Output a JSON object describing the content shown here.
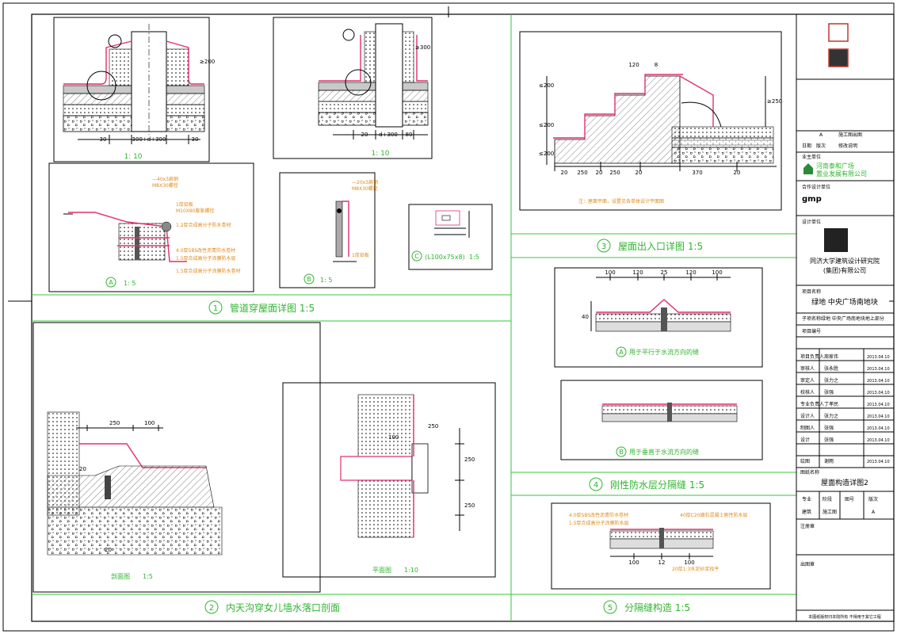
{
  "colors": {
    "frame": "#3ac43a",
    "ink": "#000000",
    "note": "#e08a1c",
    "membrane": "#e0306a",
    "green_text": "#2fb52f"
  },
  "sections": {
    "s1": {
      "num": "1",
      "title": "管道穿屋面详图  1:5"
    },
    "s2": {
      "num": "2",
      "title": "内天沟穿女儿墙水落口剖面"
    },
    "s3": {
      "num": "3",
      "title": "屋面出入口详图  1:5"
    },
    "s4": {
      "num": "4",
      "title": "刚性防水层分隔缝  1:5"
    },
    "s5": {
      "num": "5",
      "title": "分隔缝构造  1:5"
    }
  },
  "details": {
    "d1a": {
      "scale": "1: 10",
      "dims": [
        "30",
        "300+d+300",
        "30"
      ],
      "dim_v": "≥200"
    },
    "d1b": {
      "scale": "1: 10",
      "dims": [
        "20",
        "d+300",
        "80"
      ],
      "dim_v": "≥300"
    },
    "dA": {
      "title": "A",
      "scale": "1: 5",
      "notes": [
        "—40x3扁钢",
        "M8X30螺栓",
        "1厚铅板",
        "M10X80膨胀螺栓",
        "1.2厚合成高分子防水卷材",
        "4.0厚SBS改性沥青防水卷材",
        "1.5厚合成高分子涂膜防水层",
        "1.5厚合成高分子涂膜防水卷材"
      ]
    },
    "dB": {
      "title": "B",
      "scale": "1: 5",
      "notes": [
        "—20x3扁钢",
        "M8X30螺栓",
        "1厚铅板"
      ]
    },
    "dC": {
      "title": "C",
      "label": "(L100x75x8)",
      "scale": "1:5"
    },
    "d3": {
      "dims_top": [
        "120",
        "8"
      ],
      "dims_bottom": [
        "20",
        "250",
        "20",
        "250",
        "20",
        "370",
        "20"
      ],
      "dims_left": [
        "≤200",
        "≤200",
        "≤200"
      ],
      "dim_right": "≥250",
      "note": "注：屋面平面，设置见各单体设计平面图"
    },
    "d4a": {
      "title": "A",
      "caption": "用于平行于水流方向的缝",
      "dims": [
        "100",
        "120",
        "25",
        "120",
        "100"
      ],
      "dim_v": "40"
    },
    "d4b": {
      "title": "B",
      "caption": "用于垂直于水流方向的缝"
    },
    "d5": {
      "dims": [
        "100",
        "100",
        "12"
      ],
      "notes": [
        "4.0厚SBS改性沥青防水卷材",
        "40厚C20细石混凝土刚性防水层",
        "1.5厚合成高分子涂膜防水层",
        "20厚1:3水泥砂浆找平"
      ]
    },
    "d2": {
      "section_label": "剖面图",
      "section_scale": "1:5",
      "plan_label": "平面图",
      "plan_scale": "1:10",
      "dims": [
        "250",
        "100",
        "20",
        "20",
        "250",
        "250",
        "250",
        "100"
      ]
    }
  },
  "title_block": {
    "status_rows": [
      [
        "",
        "A",
        "施工图出图"
      ],
      [
        "日期",
        "版次",
        "修改说明"
      ]
    ],
    "client_label": "业主单位",
    "client_lines": [
      "河南泰和广场",
      "置业发展有限公司"
    ],
    "designer_label": "合作设计单位",
    "designer_name": "gmp",
    "institute_label": "设计单位",
    "institute_lines": [
      "同济大学建筑设计研究院",
      "(集团)有限公司"
    ],
    "project_label": "项目名称",
    "project_lines": [
      "绿地  中央广场南地块"
    ],
    "subproject_label": "子项名称",
    "subproject_value": "绿地 中央广场南地块地上部分",
    "drawing_no_label": "项目编号",
    "roles": [
      {
        "role": "项目负责人",
        "name": "周家伟",
        "date": "2013.04.10"
      },
      {
        "role": "审核人",
        "name": "张永胜",
        "date": "2013.04.10"
      },
      {
        "role": "审定人",
        "name": "张力之",
        "date": "2013.04.10"
      },
      {
        "role": "校核人",
        "name": "张强",
        "date": "2013.04.10"
      },
      {
        "role": "专业负责人",
        "name": "丁孝民",
        "date": "2013.04.10"
      },
      {
        "role": "设计人",
        "name": "张力之",
        "date": "2013.04.10"
      },
      {
        "role": "制图人",
        "name": "张强",
        "date": "2013.04.10"
      },
      {
        "role": "设计",
        "name": "张强",
        "date": "2013.04.10"
      },
      {
        "role": "绘图",
        "name": "谢雨",
        "date": "2013.04.10"
      }
    ],
    "drawing_title_label": "图纸名称",
    "drawing_title": "屋面构造详图2",
    "spec_headers": [
      "专业",
      "阶段",
      "图号",
      "版次"
    ],
    "spec_values": [
      "建筑",
      "施工图",
      "",
      "A"
    ],
    "stamp_label": "注册章",
    "stamp2_label": "出图章",
    "footer": "本图纸版权归本院所有  不得用于其它工程"
  }
}
